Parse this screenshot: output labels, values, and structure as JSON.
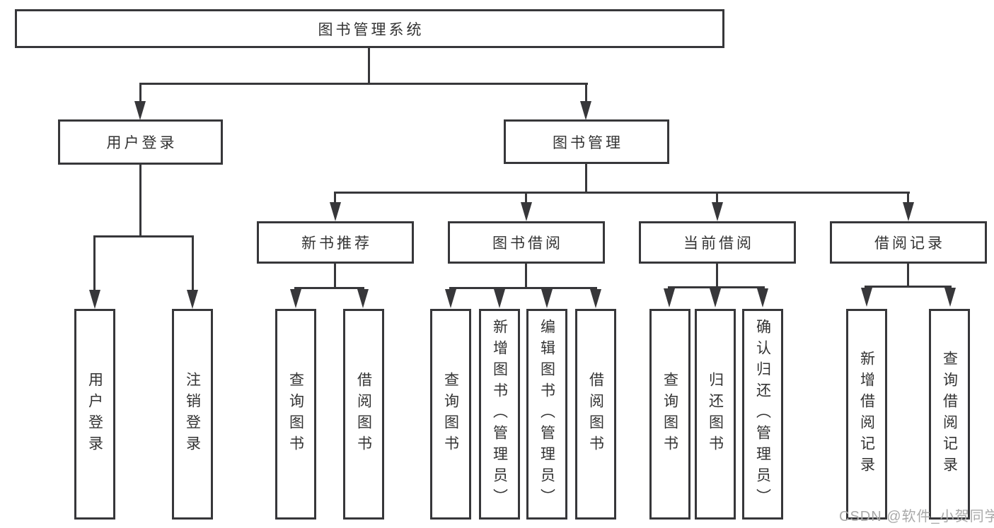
{
  "diagram": {
    "type": "hierarchy-tree",
    "nodes": {
      "root": "图书管理系统",
      "user_login": "用户登录",
      "book_mgmt": "图书管理",
      "new_book_rec": "新书推荐",
      "book_borrow": "图书借阅",
      "current_borrow": "当前借阅",
      "borrow_records": "借阅记录",
      "ul_user_login": "用户登录",
      "ul_logout": "注销登录",
      "nbr_query_books": "查询图书",
      "nbr_borrow_books": "借阅图书",
      "bb_query_books": "查询图书",
      "bb_add_books_admin": "新增图书（管理员）",
      "bb_edit_books_admin": "编辑图书（管理员）",
      "bb_borrow_books": "借阅图书",
      "cb_query_books": "查询图书",
      "cb_return_books": "归还图书",
      "cb_confirm_return_admin": "确认归还（管理员）",
      "br_add_record": "新增借阅记录",
      "br_query_record": "查询借阅记录"
    },
    "edges": [
      [
        "root",
        "user_login"
      ],
      [
        "root",
        "book_mgmt"
      ],
      [
        "book_mgmt",
        "new_book_rec"
      ],
      [
        "book_mgmt",
        "book_borrow"
      ],
      [
        "book_mgmt",
        "current_borrow"
      ],
      [
        "book_mgmt",
        "borrow_records"
      ],
      [
        "user_login",
        "ul_user_login"
      ],
      [
        "user_login",
        "ul_logout"
      ],
      [
        "new_book_rec",
        "nbr_query_books"
      ],
      [
        "new_book_rec",
        "nbr_borrow_books"
      ],
      [
        "book_borrow",
        "bb_query_books"
      ],
      [
        "book_borrow",
        "bb_add_books_admin"
      ],
      [
        "book_borrow",
        "bb_edit_books_admin"
      ],
      [
        "book_borrow",
        "bb_borrow_books"
      ],
      [
        "current_borrow",
        "cb_query_books"
      ],
      [
        "current_borrow",
        "cb_return_books"
      ],
      [
        "current_borrow",
        "cb_confirm_return_admin"
      ],
      [
        "borrow_records",
        "br_add_record"
      ],
      [
        "borrow_records",
        "br_query_record"
      ]
    ]
  },
  "watermark": "CSDN @软件_小贺同学",
  "colors": {
    "line": "#37373a",
    "box_border": "#37373a",
    "text": "#333333",
    "watermark": "#a9a9a9",
    "background": "#ffffff"
  }
}
